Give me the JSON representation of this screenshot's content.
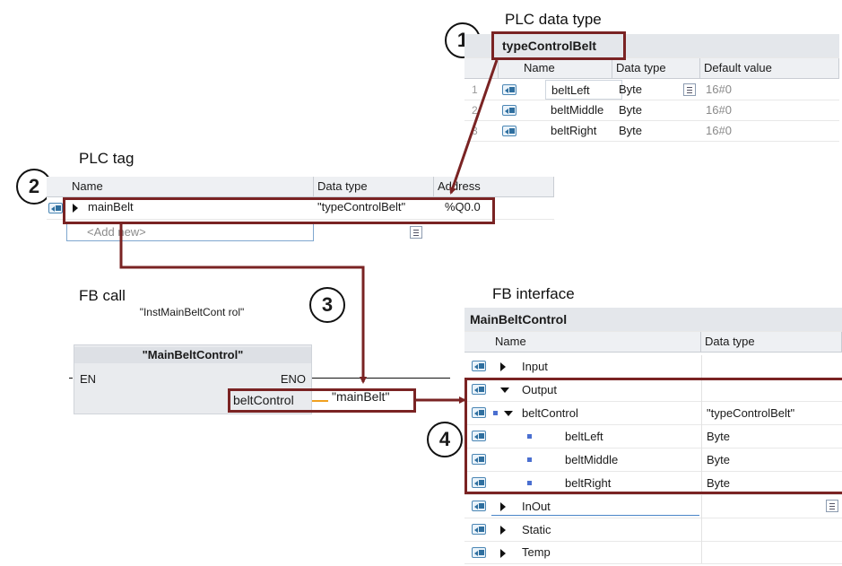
{
  "labels": {
    "plc_data_type": "PLC data type",
    "plc_tag": "PLC tag",
    "fb_call": "FB call",
    "fb_interface": "FB interface"
  },
  "markers": [
    "1",
    "2",
    "3",
    "4"
  ],
  "data_type_table": {
    "title": "typeControlBelt",
    "headers": [
      "Name",
      "Data type",
      "Default value"
    ],
    "rows": [
      {
        "num": "1",
        "name": "beltLeft",
        "type": "Byte",
        "default": "16#0"
      },
      {
        "num": "2",
        "name": "beltMiddle",
        "type": "Byte",
        "default": "16#0"
      },
      {
        "num": "3",
        "name": "beltRight",
        "type": "Byte",
        "default": "16#0"
      }
    ]
  },
  "tag_table": {
    "headers": [
      "Name",
      "Data type",
      "Address"
    ],
    "row": {
      "name": "mainBelt",
      "type": "\"typeControlBelt\"",
      "address": "%Q0.0"
    },
    "add_new": "<Add new>"
  },
  "fb_call": {
    "instance": "\"InstMainBeltCont rol\"",
    "block": "\"MainBeltControl\"",
    "en": "EN",
    "eno": "ENO",
    "param": "beltControl",
    "value": "\"mainBelt\""
  },
  "fb_interface": {
    "title": "MainBeltControl",
    "headers": [
      "Name",
      "Data type"
    ],
    "rows": [
      {
        "name": "Input",
        "type": ""
      },
      {
        "name": "Output",
        "type": ""
      },
      {
        "name": "beltControl",
        "type": "\"typeControlBelt\""
      },
      {
        "name": "beltLeft",
        "type": "Byte"
      },
      {
        "name": "beltMiddle",
        "type": "Byte"
      },
      {
        "name": "beltRight",
        "type": "Byte"
      },
      {
        "name": "InOut",
        "type": ""
      },
      {
        "name": "Static",
        "type": ""
      },
      {
        "name": "Temp",
        "type": ""
      }
    ]
  },
  "colors": {
    "highlight": "#7a2323",
    "accent_orange": "#f0a020"
  }
}
